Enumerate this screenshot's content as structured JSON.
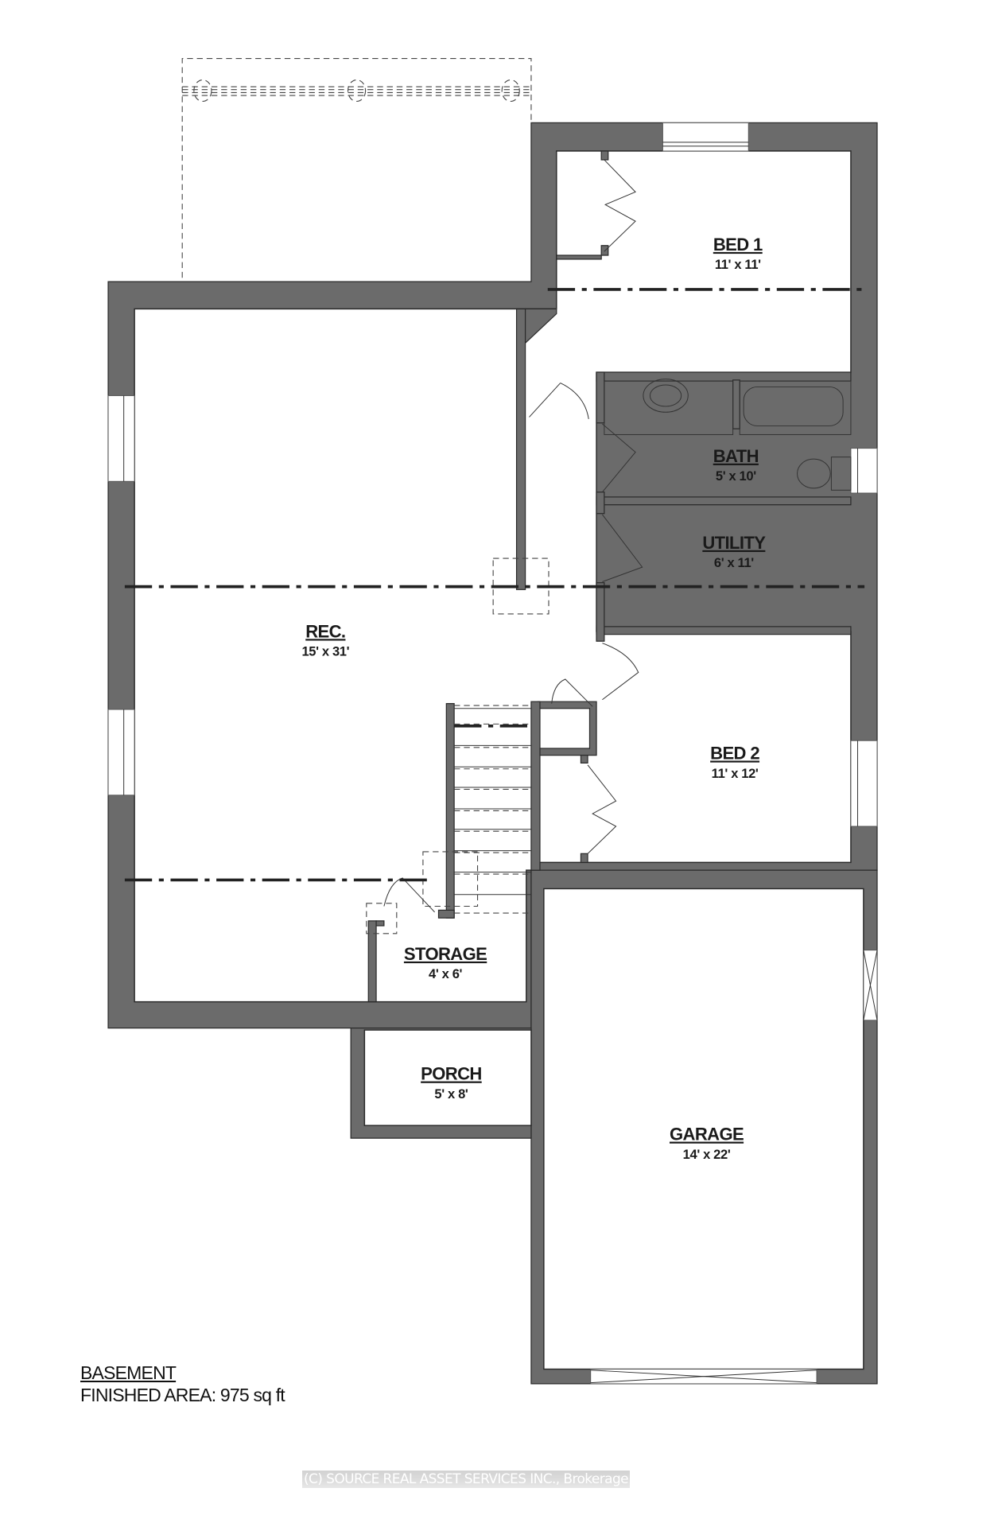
{
  "plan": {
    "level_title": "BASEMENT",
    "finished_area": "FINISHED AREA: 975 sq ft",
    "watermark": "(C) SOURCE REAL ASSET SERVICES INC., Brokerage",
    "wall_color": "#6b6b6b",
    "rooms": [
      {
        "name": "BED 1",
        "dimensions": "11' x 11'"
      },
      {
        "name": "BATH",
        "dimensions": "5' x 10'"
      },
      {
        "name": "UTILITY",
        "dimensions": "6' x 11'"
      },
      {
        "name": "REC.",
        "dimensions": "15' x 31'"
      },
      {
        "name": "BED 2",
        "dimensions": "11' x 12'"
      },
      {
        "name": "STORAGE",
        "dimensions": "4' x 6'"
      },
      {
        "name": "PORCH",
        "dimensions": "5' x 8'"
      },
      {
        "name": "GARAGE",
        "dimensions": "14' x 22'"
      }
    ]
  }
}
